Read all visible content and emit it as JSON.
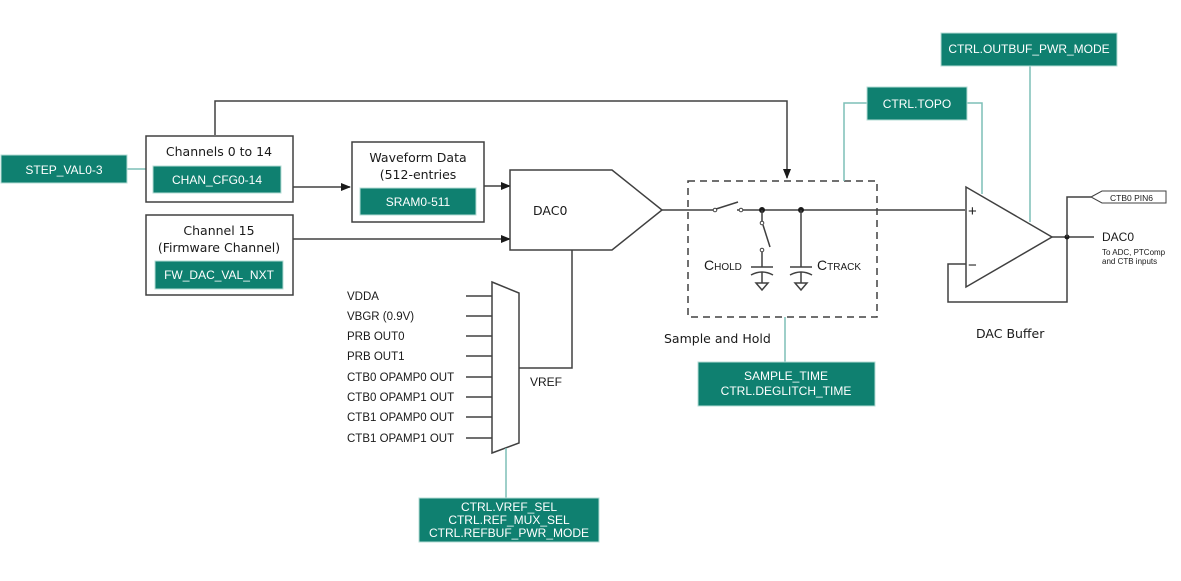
{
  "diagram": {
    "registers": {
      "step_val": "STEP_VAL0-3",
      "chan_cfg": "CHAN_CFG0-14",
      "fw_dac_val": "FW_DAC_VAL_NXT",
      "sram": "SRAM0-511",
      "outbuf_pwr_mode": "CTRL.OUTBUF_PWR_MODE",
      "topo": "CTRL.TOPO",
      "sample_time": "SAMPLE_TIME",
      "deglitch_time": "CTRL.DEGLITCH_TIME",
      "vref_sel": "CTRL.VREF_SEL",
      "ref_mux_sel": "CTRL.REF_MUX_SEL",
      "refbuf_pwr_mode": "CTRL.REFBUF_PWR_MODE"
    },
    "blocks": {
      "channels_0_14": "Channels 0 to 14",
      "channel_15_line1": "Channel 15",
      "channel_15_line2": "(Firmware Channel)",
      "waveform_line1": "Waveform Data",
      "waveform_line2": "(512-entries",
      "dac": "DAC0",
      "sample_hold": "Sample and Hold",
      "dac_buffer": "DAC Buffer",
      "vref": "VREF"
    },
    "capacitors": {
      "hold_main": "C",
      "hold_sub": "HOLD",
      "track_main": "C",
      "track_sub": "TRACK"
    },
    "opamp": {
      "plus": "+",
      "minus": "−"
    },
    "outputs": {
      "pin": "CTB0 PIN6",
      "dac_out": "DAC0",
      "dac_out_note1": "To ADC, PTComp",
      "dac_out_note2": "and CTB inputs"
    },
    "vref_mux_inputs": [
      "VDDA",
      "VBGR (0.9V)",
      "PRB OUT0",
      "PRB OUT1",
      "CTB0 OPAMP0 OUT",
      "CTB0 OPAMP1 OUT",
      "CTB1 OPAMP0 OUT",
      "CTB1 OPAMP1 OUT"
    ],
    "colors": {
      "register_fill": "#0f8070",
      "control_wire": "#7dbfb7",
      "wire": "#404040"
    }
  }
}
